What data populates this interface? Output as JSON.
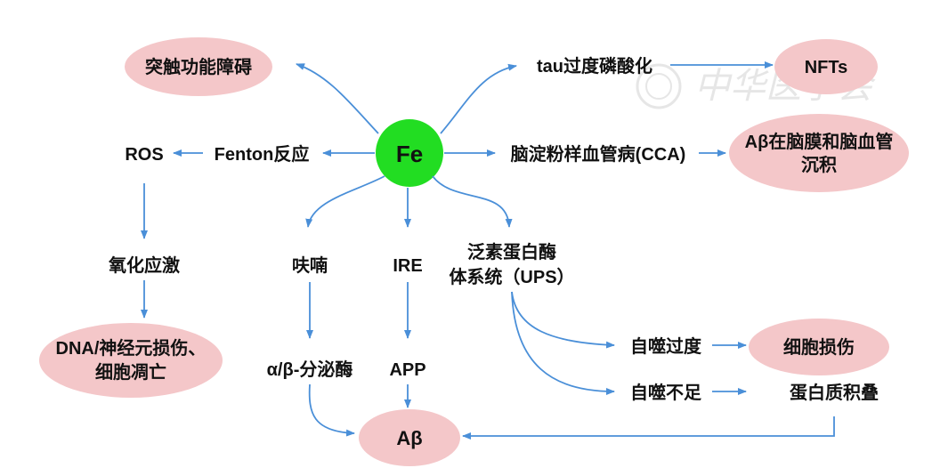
{
  "colors": {
    "ellipse_fill": "#f4c7c9",
    "center_fill": "#22dd22",
    "arrow": "#4a8fd8",
    "text": "#111111",
    "watermark": "#e2e2e2"
  },
  "watermark": {
    "text": "中华医学会",
    "icon": "logo-seal-icon"
  },
  "center": {
    "label": "Fe"
  },
  "nodes": {
    "synapse": "突触功能障碍",
    "tau": "tau过度磷酸化",
    "nfts": "NFTs",
    "ros": "ROS",
    "fenton": "Fenton反应",
    "cca": "脑淀粉样血管病(CCA)",
    "abeta_dep_line1": "Aβ在脑膜和脑血管",
    "abeta_dep_line2": "沉积",
    "oxidative": "氧化应激",
    "furin": "呋喃",
    "ire": "IRE",
    "ups_line1": "泛素蛋白酶",
    "ups_line2": "体系统（UPS）",
    "dna_line1": "DNA/神经元损伤、",
    "dna_line2": "细胞凋亡",
    "secretase": "α/β-分泌酶",
    "app": "APP",
    "autophagy_excess": "自噬过度",
    "cell_damage": "细胞损伤",
    "autophagy_deficit": "自噬不足",
    "protein_aggregation": "蛋白质积叠",
    "abeta": "Aβ"
  }
}
